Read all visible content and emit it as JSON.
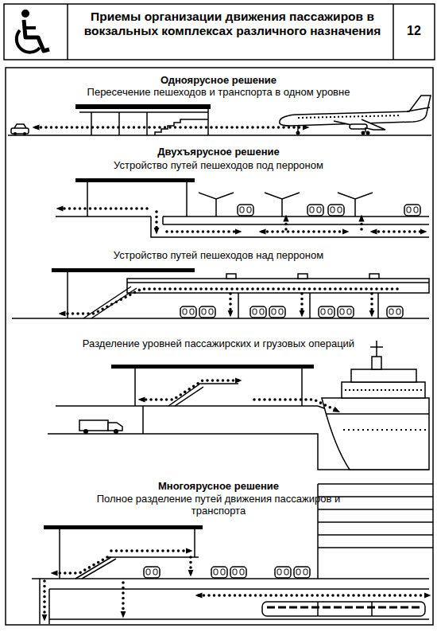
{
  "diagram": {
    "title": "Приемы организации движения пассажиров в вокзальных комплексах различного назначения",
    "labels": [
      "12",
      "Одноярусное решение",
      "Пересечение пешеходов и транспорта в одном уровне",
      "Двухъярусное решение",
      "Устройство путей пешеходов под перроном",
      "Устройство путей пешеходов над перроном",
      "Разделение уровней пассажирских и грузовых операций",
      "Многоярусное решение",
      "Полное разделение путей движения пассажиров и транспорта"
    ]
  }
}
